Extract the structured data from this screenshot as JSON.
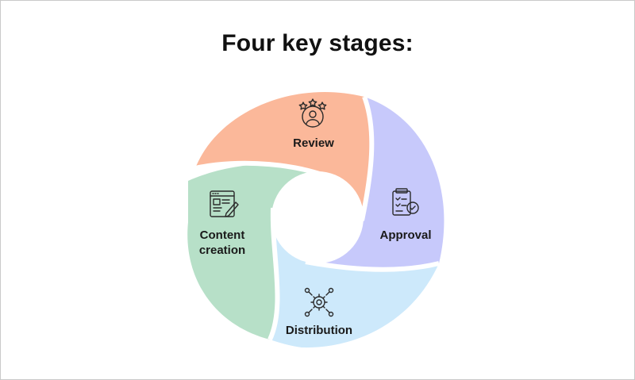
{
  "title": "Four key stages:",
  "stages": [
    {
      "label": "Review",
      "color": "#fbb89a",
      "icon": "rating-user-icon"
    },
    {
      "label": "Approval",
      "color": "#c7c9fb",
      "icon": "checklist-approved-icon"
    },
    {
      "label": "Distribution",
      "color": "#cde9fb",
      "icon": "network-gear-icon"
    },
    {
      "label_line1": "Content",
      "label_line2": "creation",
      "color": "#b7e0c8",
      "icon": "document-edit-icon"
    }
  ]
}
